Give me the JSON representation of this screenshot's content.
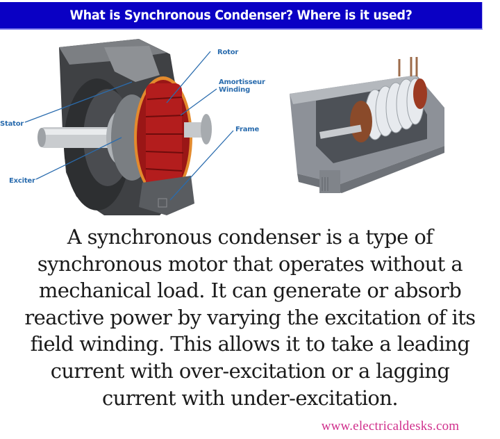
{
  "header": {
    "title": "What is Synchronous Condenser? Where is it used?",
    "background_color": "#0a00c4",
    "text_color": "#ffffff"
  },
  "figure_left": {
    "description": "Cutaway view of synchronous condenser with labeled parts",
    "labels": {
      "rotor": "Rotor",
      "amortisseur_line1": "Amortisseur",
      "amortisseur_line2": "Winding",
      "stator": "Stator",
      "frame": "Frame",
      "exciter": "Exciter"
    },
    "label_color": "#2a6cae"
  },
  "figure_right": {
    "description": "Cutaway view of enclosed synchronous condenser unit"
  },
  "body": {
    "lines": [
      "A synchronous condenser is a type of",
      "synchronous motor that operates without a",
      "mechanical load. It can generate or absorb",
      "reactive power by varying the excitation of its",
      "field winding. This allows it to take a leading",
      "current with over-excitation or a lagging",
      "current with under-excitation."
    ]
  },
  "footer": {
    "website": "www.electricaldesks.com",
    "website_color": "#d0308c"
  }
}
